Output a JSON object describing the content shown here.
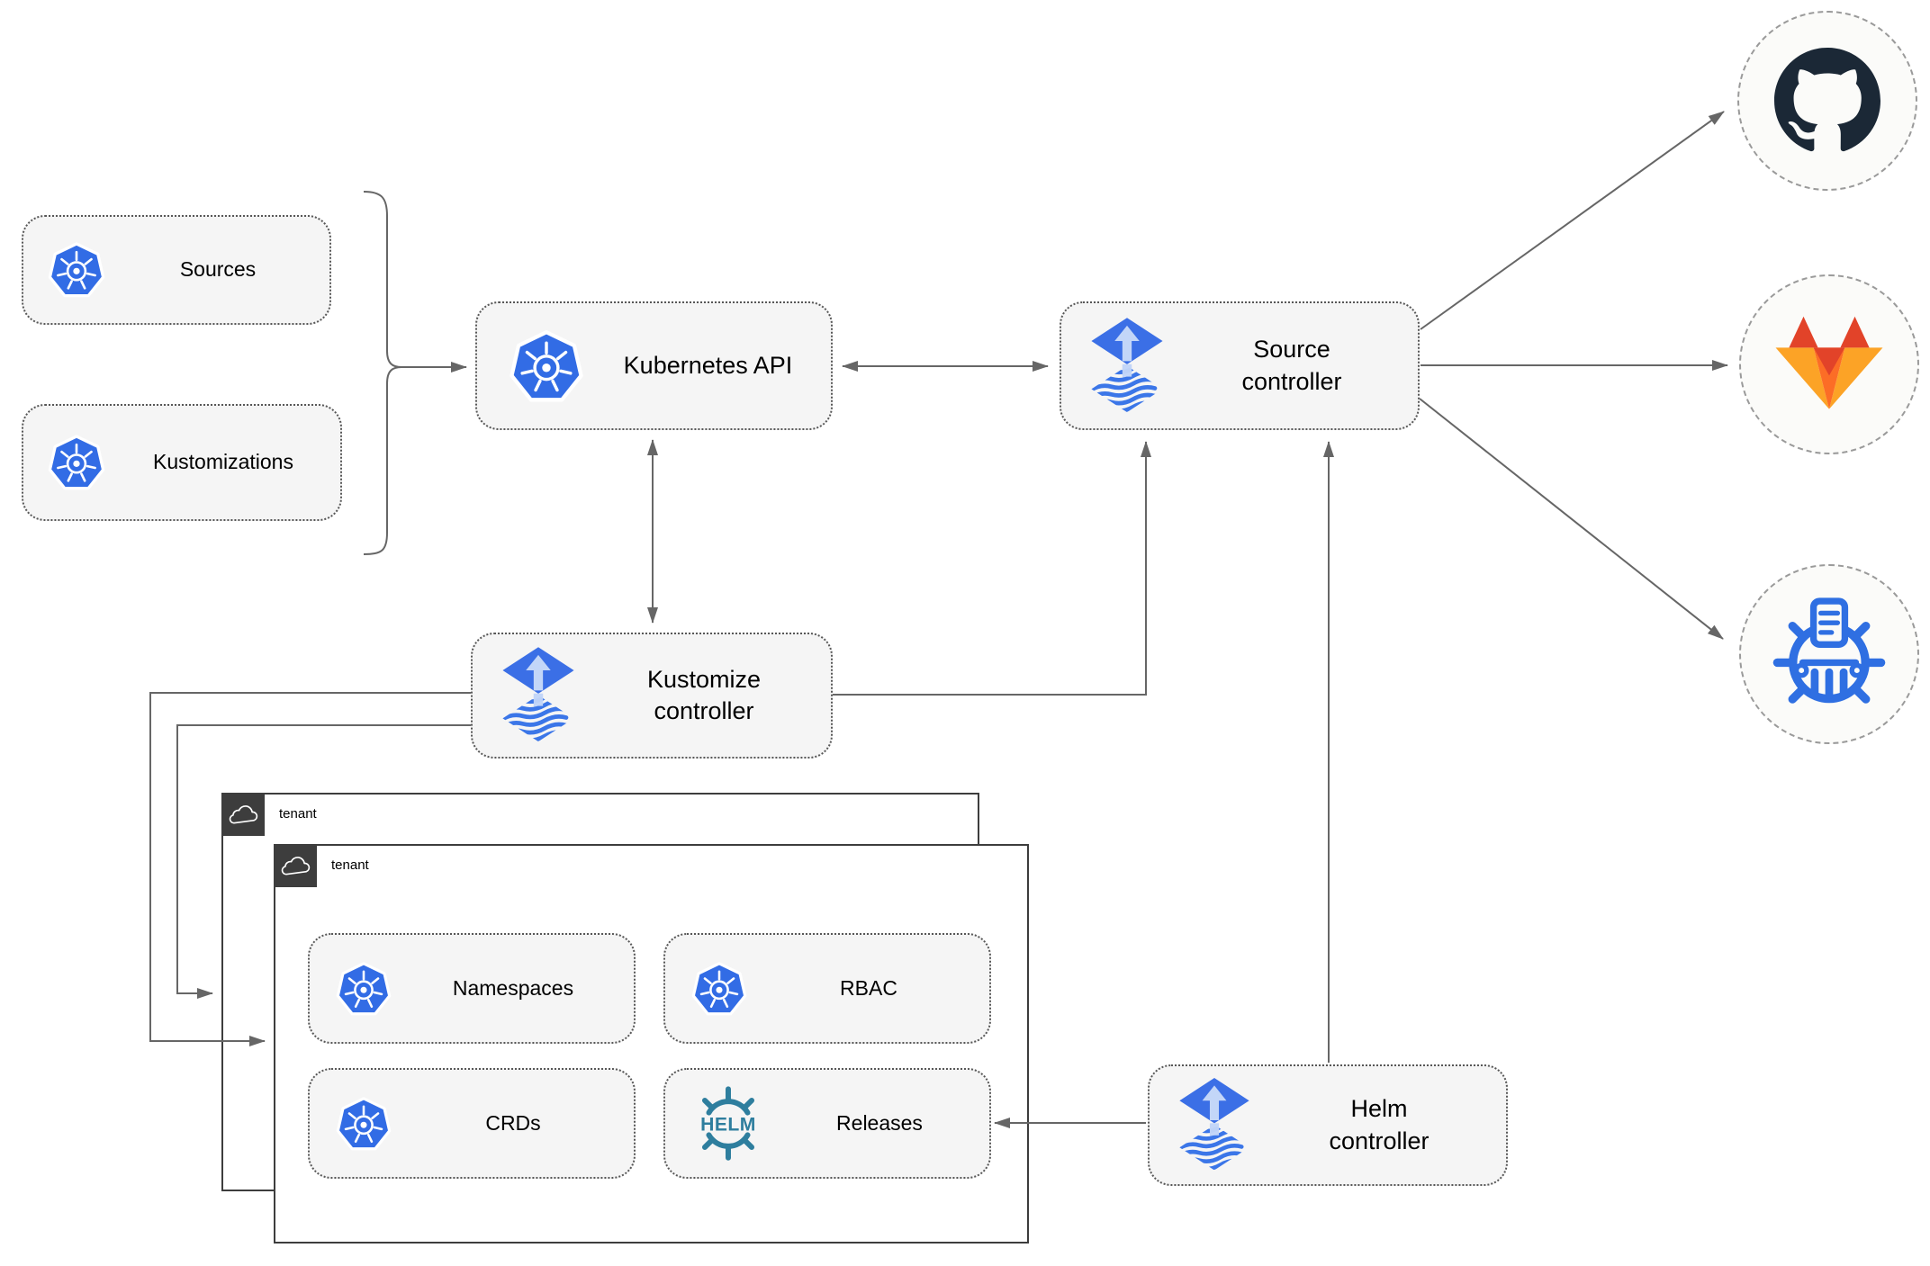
{
  "nodes": {
    "sources": {
      "label": "Sources"
    },
    "kustomizations": {
      "label": "Kustomizations"
    },
    "kubernetes_api": {
      "label": "Kubernetes API"
    },
    "source_controller": {
      "label": "Source\ncontroller"
    },
    "kustomize_controller": {
      "label": "Kustomize\ncontroller"
    },
    "helm_controller": {
      "label": "Helm\ncontroller"
    },
    "namespaces": {
      "label": "Namespaces"
    },
    "rbac": {
      "label": "RBAC"
    },
    "crds": {
      "label": "CRDs"
    },
    "releases": {
      "label": "Releases"
    }
  },
  "tenants": {
    "back": {
      "label": "tenant"
    },
    "front": {
      "label": "tenant"
    }
  },
  "icons": {
    "helm_text": "HELM",
    "kubernetes": "kubernetes-wheel-icon",
    "flux": "flux-diamond-icon",
    "helm": "helm-wheel-icon",
    "cloud": "cloud-icon",
    "github": "github-icon",
    "gitlab": "gitlab-icon",
    "chartmuseum": "chartmuseum-icon"
  },
  "colors": {
    "kubernetes_blue": "#326CE5",
    "flux_blue": "#3B6FE6",
    "flux_light": "#C3D6F8",
    "helm_teal": "#2E7E9E",
    "github_dark": "#1B2836",
    "gitlab_red": "#E24329",
    "gitlab_orange": "#FC6D26",
    "gitlab_yellow": "#FCA326",
    "chartmuseum_blue": "#2F6FE2",
    "box_fill": "#F5F5F5",
    "line_gray": "#666666",
    "tenant_dark": "#3D3D3D"
  }
}
